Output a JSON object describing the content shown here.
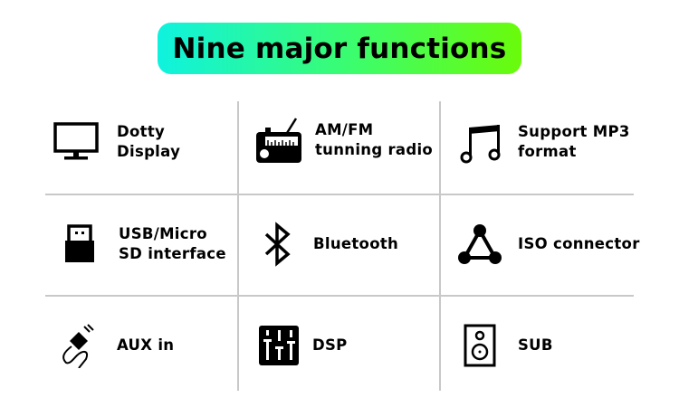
{
  "title": "Nine major functions",
  "features": [
    {
      "icon": "monitor-icon",
      "lines": [
        "Dotty",
        "Display"
      ]
    },
    {
      "icon": "radio-icon",
      "lines": [
        "AM/FM",
        "tunning radio"
      ]
    },
    {
      "icon": "music-note-icon",
      "lines": [
        "Support MP3",
        "format"
      ]
    },
    {
      "icon": "usb-icon",
      "lines": [
        "USB/Micro",
        "SD interface"
      ]
    },
    {
      "icon": "bluetooth-icon",
      "lines": [
        "Bluetooth"
      ]
    },
    {
      "icon": "iso-connector-icon",
      "lines": [
        "ISO connector"
      ]
    },
    {
      "icon": "aux-cable-icon",
      "lines": [
        "AUX in"
      ]
    },
    {
      "icon": "equalizer-icon",
      "lines": [
        "DSP"
      ]
    },
    {
      "icon": "speaker-icon",
      "lines": [
        "SUB"
      ]
    }
  ]
}
